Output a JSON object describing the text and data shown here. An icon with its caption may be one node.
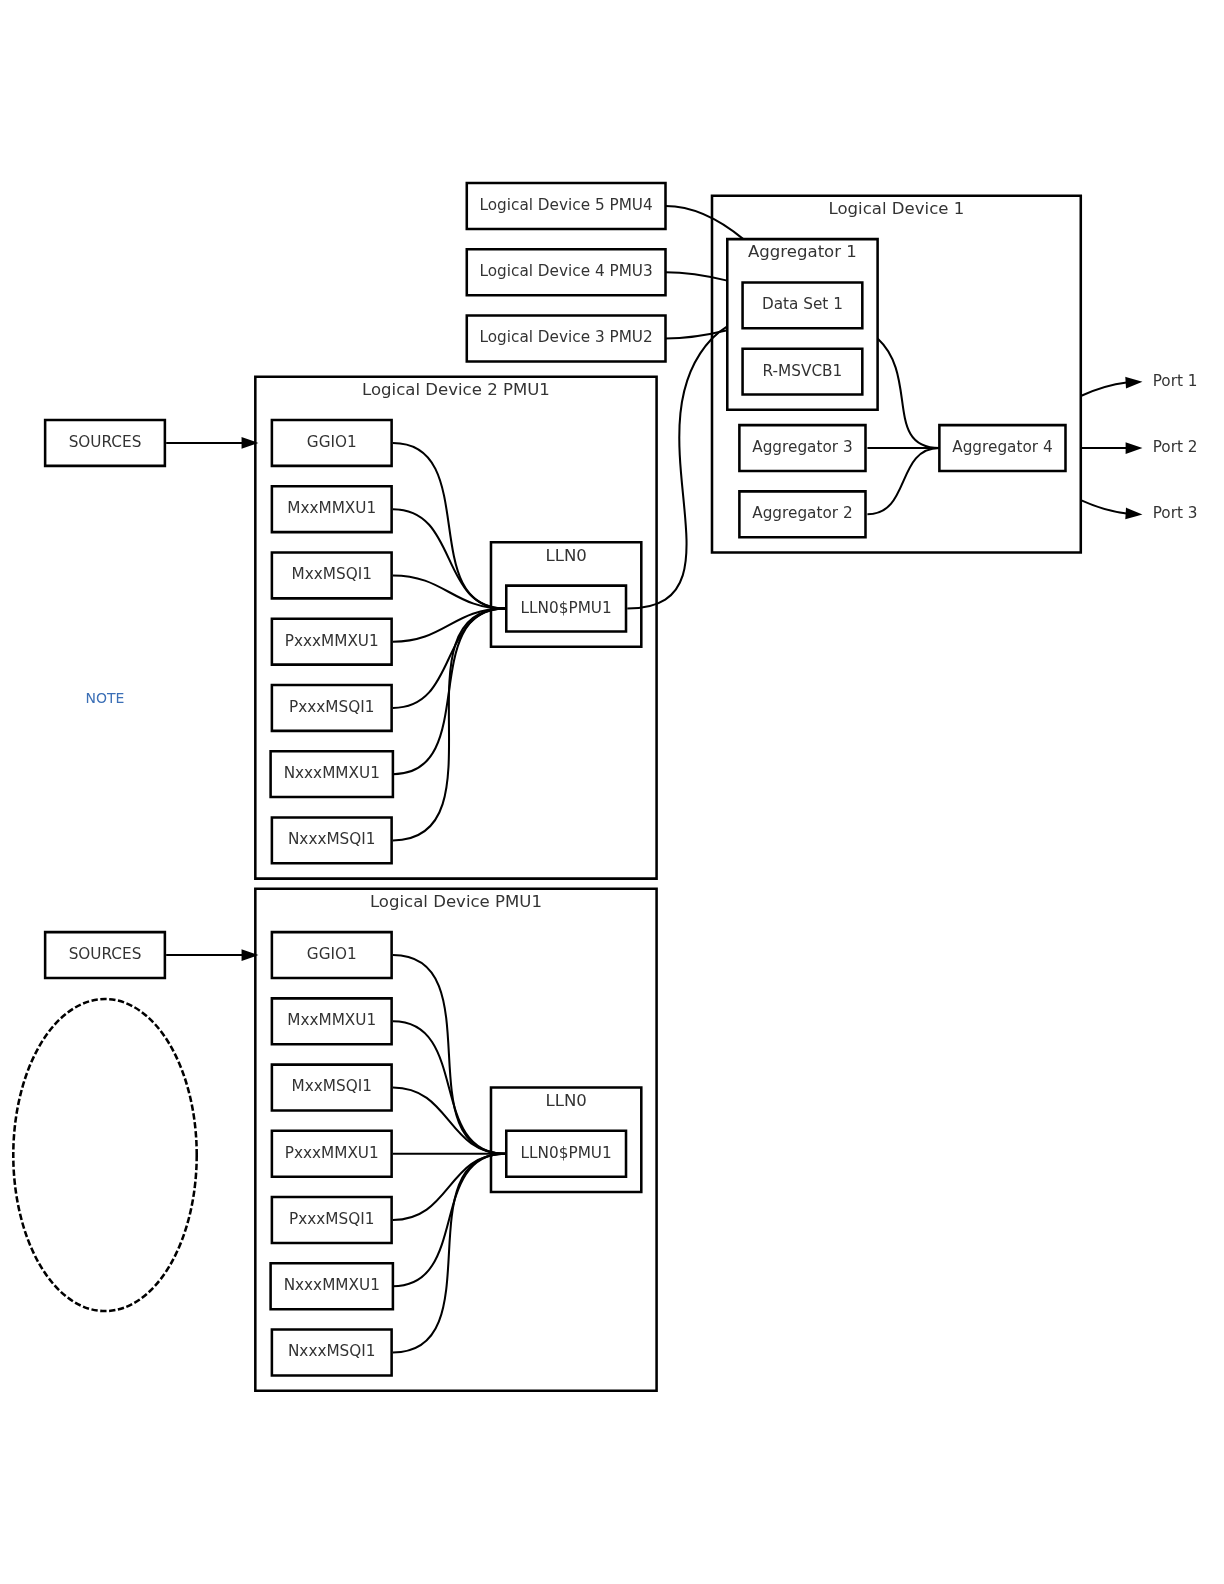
{
  "diagram": {
    "nodes": [
      {
        "text": [
          "Logical Device 5 PMU4"
        ]
      },
      {
        "text": [
          "Logical Device 4 PMU3"
        ]
      },
      {
        "text": [
          "Logical Device 3 PMU2"
        ]
      },
      {
        "text": [
          "Logical Device 2 PMU1"
        ]
      },
      {
        "text": [
          "GGIO1"
        ],
        "in": 3
      },
      {
        "text": [
          "MxxMMXU1"
        ],
        "in": 3
      },
      {
        "text": [
          "MxxMSQI1"
        ],
        "in": 3
      },
      {
        "text": [
          "PxxxMMXU1"
        ],
        "in": 3
      },
      {
        "text": [
          "PxxxMSQI1"
        ],
        "in": 3
      },
      {
        "text": [
          "NxxxMMXU1"
        ],
        "in": 3
      },
      {
        "text": [
          "NxxxMSQI1"
        ],
        "in": 3
      },
      {
        "text": [
          "LLN0"
        ],
        "in": 3
      },
      {
        "text": [
          "LLN0$PMU1"
        ],
        "in": 11
      },
      {
        "text": [
          "SOURCES"
        ]
      },
      {
        "text": [
          "Logical Device 1"
        ]
      },
      {
        "text": [
          "Aggregator 4"
        ],
        "in": 14
      },
      {
        "text": [
          "Aggregator 3"
        ],
        "in": 14
      },
      {
        "text": [
          "Aggregator 2"
        ],
        "in": 14
      },
      {
        "text": [
          "Aggregator 1"
        ],
        "in": 14
      },
      {
        "text": [
          "Data Set 1"
        ],
        "in": 18
      },
      {
        "text": [
          "R-MSVCB1"
        ],
        "in": 18
      },
      {
        "text": [
          "Port 1"
        ]
      },
      {
        "text": [
          "Port 2"
        ]
      },
      {
        "text": [
          "Port 3"
        ]
      },
      {
        "text": [
          "Logical Device PMU1"
        ]
      },
      {
        "text": [
          "GGIO1"
        ],
        "in": 24
      },
      {
        "text": [
          "MxxMMXU1"
        ],
        "in": 24
      },
      {
        "text": [
          "MxxMSQI1"
        ],
        "in": 24
      },
      {
        "text": [
          "PxxxMMXU1"
        ],
        "in": 24
      },
      {
        "text": [
          "PxxxMSQI1"
        ],
        "in": 24
      },
      {
        "text": [
          "NxxxMMXU1"
        ],
        "in": 24
      },
      {
        "text": [
          "NxxxMSQI1"
        ],
        "in": 24
      },
      {
        "text": [
          "LLN0"
        ],
        "in": 24
      },
      {
        "text": [
          "LLN0$PMU1"
        ],
        "in": 32
      },
      {
        "text": [
          "SOURCES"
        ]
      },
      {
        "text": [],
        "shape": "ellipse"
      }
    ],
    "edges": [
      {
        "from": 13,
        "to": 3,
        "arrow": "to"
      },
      {
        "from": 4,
        "to": 12,
        "arrow": "none"
      },
      {
        "from": 5,
        "to": 12,
        "arrow": "none"
      },
      {
        "from": 6,
        "to": 12,
        "arrow": "none"
      },
      {
        "from": 7,
        "to": 12,
        "arrow": "none"
      },
      {
        "from": 8,
        "to": 12,
        "arrow": "none"
      },
      {
        "from": 9,
        "to": 12,
        "arrow": "none"
      },
      {
        "from": 10,
        "to": 12,
        "arrow": "none"
      },
      {
        "from": 0,
        "to": 18,
        "arrow": "none"
      },
      {
        "from": 1,
        "to": 18,
        "arrow": "none"
      },
      {
        "from": 2,
        "to": 18,
        "arrow": "none"
      },
      {
        "from": 12,
        "to": 18,
        "arrow": "none"
      },
      {
        "from": 16,
        "to": 15,
        "arrow": "none"
      },
      {
        "from": 17,
        "to": 15,
        "arrow": "none"
      },
      {
        "from": 18,
        "to": 15,
        "arrow": "none"
      },
      {
        "from": 14,
        "to": 21,
        "arrow": "to"
      },
      {
        "from": 14,
        "to": 22,
        "arrow": "to"
      },
      {
        "from": 14,
        "to": 23,
        "arrow": "to"
      },
      {
        "from": 34,
        "to": 24,
        "arrow": "to"
      },
      {
        "from": 25,
        "to": 33,
        "arrow": "none"
      },
      {
        "from": 26,
        "to": 33,
        "arrow": "none"
      },
      {
        "from": 27,
        "to": 33,
        "arrow": "none"
      },
      {
        "from": 28,
        "to": 33,
        "arrow": "none"
      },
      {
        "from": 29,
        "to": 33,
        "arrow": "none"
      },
      {
        "from": 30,
        "to": 33,
        "arrow": "none"
      },
      {
        "from": 31,
        "to": 33,
        "arrow": "none"
      }
    ],
    "labels": [
      "NOTE"
    ]
  }
}
